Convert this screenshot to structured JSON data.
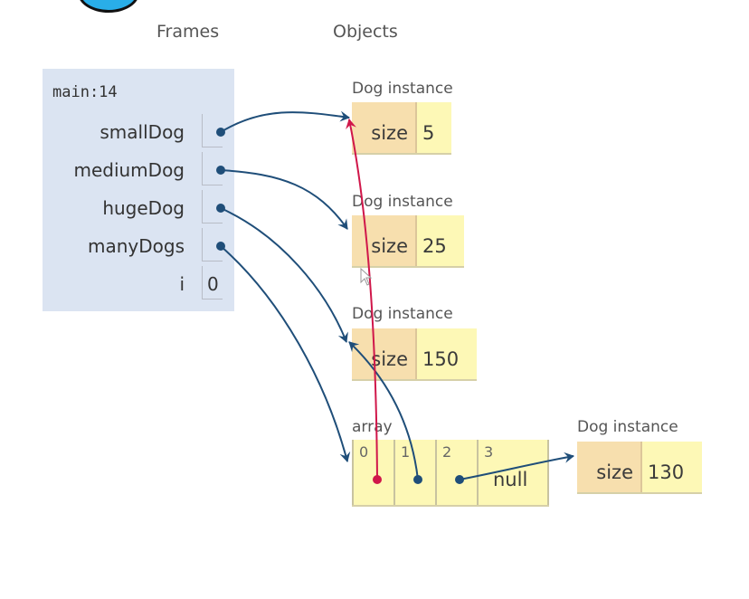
{
  "headers": {
    "frames": "Frames",
    "objects": "Objects"
  },
  "frame": {
    "title": "main:14",
    "variables": [
      {
        "name": "smallDog",
        "value": "",
        "pointer": true
      },
      {
        "name": "mediumDog",
        "value": "",
        "pointer": true
      },
      {
        "name": "hugeDog",
        "value": "",
        "pointer": true
      },
      {
        "name": "manyDogs",
        "value": "",
        "pointer": true
      },
      {
        "name": "i",
        "value": "0",
        "pointer": false
      }
    ]
  },
  "objects": {
    "dog1": {
      "label": "Dog instance",
      "field": "size",
      "value": "5"
    },
    "dog2": {
      "label": "Dog instance",
      "field": "size",
      "value": "25"
    },
    "dog3": {
      "label": "Dog instance",
      "field": "size",
      "value": "150"
    },
    "dog4": {
      "label": "Dog instance",
      "field": "size",
      "value": "130"
    },
    "array": {
      "label": "array",
      "cells": [
        {
          "index": "0",
          "value": ""
        },
        {
          "index": "1",
          "value": ""
        },
        {
          "index": "2",
          "value": ""
        },
        {
          "index": "3",
          "value": "null"
        }
      ]
    }
  },
  "colors": {
    "pointer": "#1f4e79",
    "highlight_pointer": "#d0174a",
    "frame_bg": "#dbe4f2",
    "field_bg": "#f7dfae",
    "value_bg": "#fdf8b6"
  }
}
